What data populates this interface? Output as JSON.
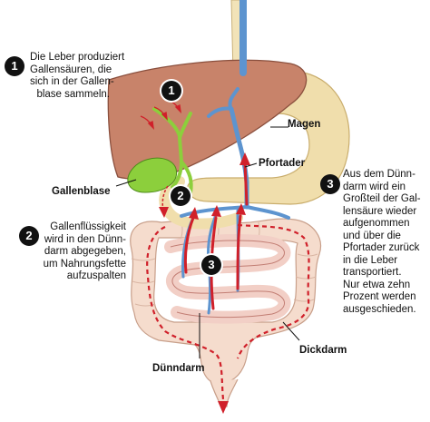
{
  "steps": [
    {
      "number": "1",
      "text": "Die Leber produziert\nGallensäuren, die\nsich in der Gallen-\nblase sammeln."
    },
    {
      "number": "2",
      "text": "Gallenflüssigkeit\nwird in den Dünn-\ndarm abgegeben,\num Nahrungsfette\naufzuspalten"
    },
    {
      "number": "3",
      "text": "Aus dem Dünn-\ndarm wird ein\nGroßteil der Gal-\nlensäure wieder\naufgenommen\nund über die\nPfortader zurück\nin die Leber\ntransportiert.\nNur etwa zehn\nProzent werden\nausgeschieden."
    }
  ],
  "labels": {
    "magen": "Magen",
    "pfortader": "Pfortader",
    "gallenblase": "Gallenblase",
    "duenndarm": "Dünndarm",
    "dickdarm": "Dickdarm"
  },
  "colors": {
    "liver": "#c8836a",
    "stomach": "#f0deac",
    "intestine": "#f5dccd",
    "bile": "#8ccf3c",
    "vein": "#5d94cf",
    "artery": "#d0282e",
    "flow_arrow": "#d0202a"
  }
}
